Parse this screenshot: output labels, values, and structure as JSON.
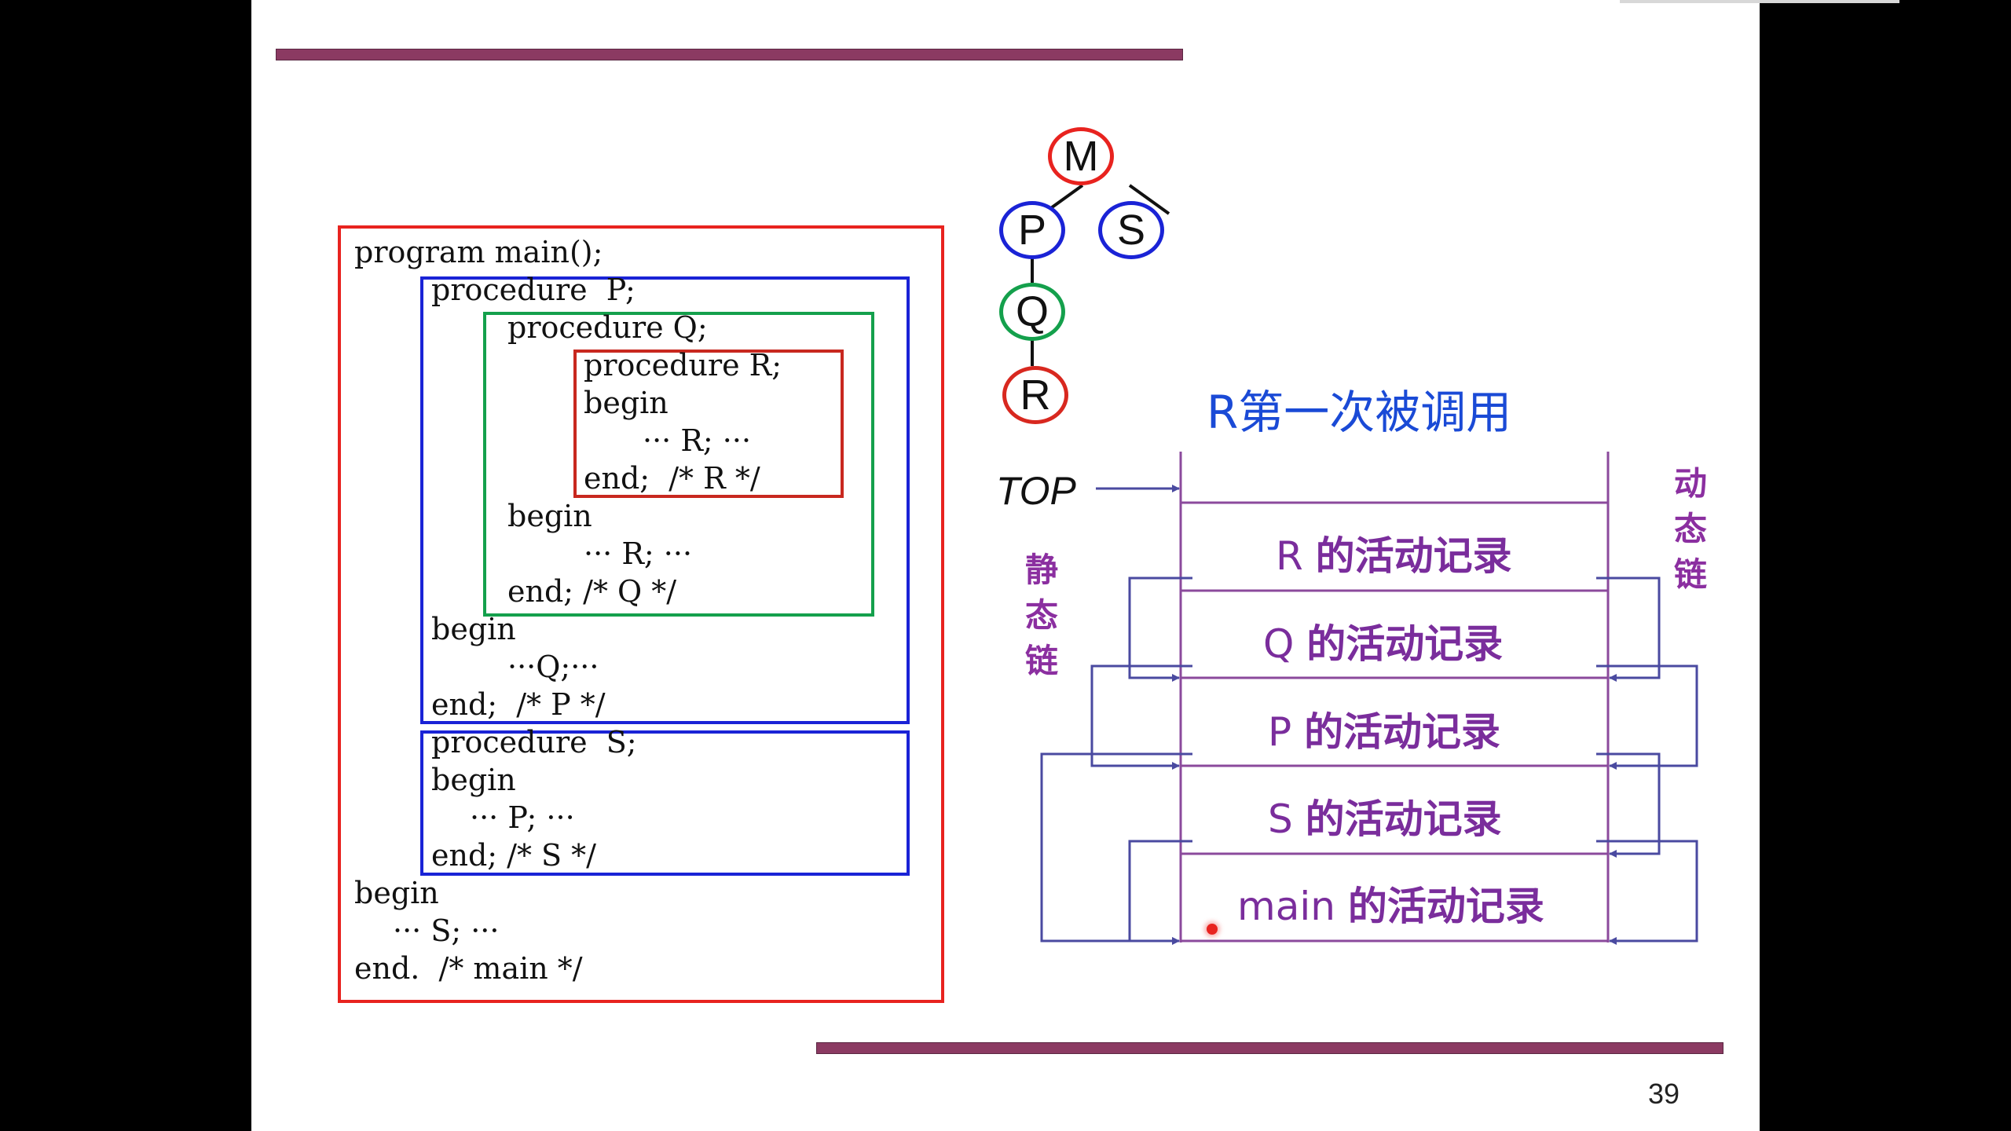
{
  "slide": {
    "page_number": "39"
  },
  "program": {
    "lines": [
      "program main();",
      "procedure  P;",
      "procedure Q;",
      "procedure R;",
      "begin",
      "··· R; ···",
      "end;  /* R */",
      "begin",
      "··· R; ···",
      "end; /* Q */",
      "begin",
      "···Q;···",
      "end;  /* P */",
      "procedure  S;",
      "begin",
      "··· P; ···",
      "end; /* S */",
      "begin",
      "··· S; ···",
      "end.  /* main */"
    ]
  },
  "tree": {
    "nodes": [
      "M",
      "P",
      "S",
      "Q",
      "R"
    ],
    "colors": {
      "M": "#e8231f",
      "P": "#1a23d6",
      "S": "#1a23d6",
      "Q": "#14a04c",
      "R": "#d8281f"
    }
  },
  "stack": {
    "title": "R第一次被调用",
    "top_label": "TOP",
    "static_chain_label": "静态链",
    "dynamic_chain_label": "动态链",
    "records": [
      {
        "name": "R",
        "suffix": "的活动记录"
      },
      {
        "name": "Q",
        "suffix": "的活动记录"
      },
      {
        "name": "P",
        "suffix": "的活动记录"
      },
      {
        "name": "S",
        "suffix": "的活动记录"
      },
      {
        "name": "main",
        "suffix": "的活动记录"
      }
    ],
    "colors": {
      "frame": "#8b4a9c",
      "chain": "#4a4aa0",
      "title": "#1a4ad6"
    }
  }
}
